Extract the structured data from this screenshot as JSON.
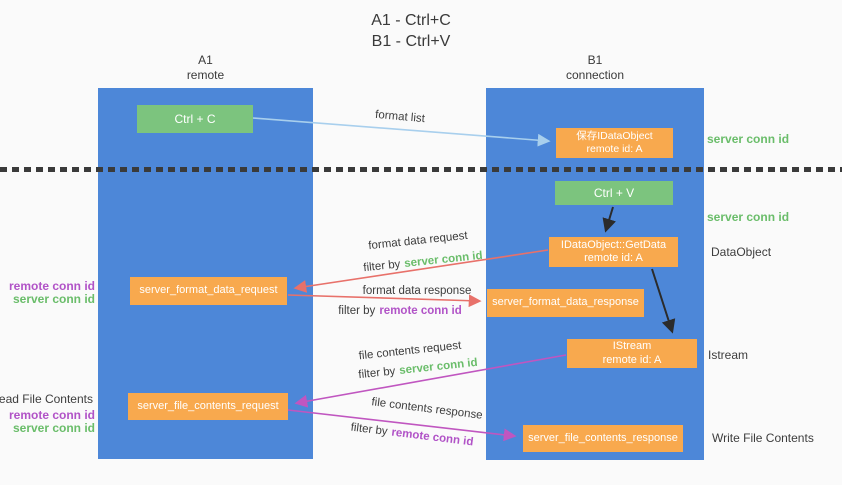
{
  "title": {
    "line1": "A1 - Ctrl+C",
    "line2": "B1 - Ctrl+V"
  },
  "lanes": {
    "a": {
      "id": "A1",
      "role": "remote"
    },
    "b": {
      "id": "B1",
      "role": "connection"
    }
  },
  "nodes": {
    "ctrl_c": {
      "label": "Ctrl + C"
    },
    "ctrl_v": {
      "label": "Ctrl + V"
    },
    "save_dataobject": {
      "line1": "保存IDataObject",
      "line2": "remote id: A"
    },
    "getdata": {
      "line1": "IDataObject::GetData",
      "line2": "remote id: A"
    },
    "istream_obj": {
      "line1": "IStream",
      "line2": "remote id: A"
    },
    "format_request": {
      "label": "server_format_data_request"
    },
    "format_response": {
      "label": "server_format_data_response"
    },
    "file_request": {
      "label": "server_file_contents_request"
    },
    "file_response": {
      "label": "server_file_contents_response"
    }
  },
  "flow_labels": {
    "format_list": "format list",
    "format_data_request": "format data request",
    "format_data_response": "format data response",
    "file_contents_request": "file contents request",
    "file_contents_response": "file contents response",
    "filter_by": "filter by",
    "server_conn_id": "server conn id",
    "remote_conn_id": "remote conn id"
  },
  "side_labels": {
    "server_conn_id_top": "server conn id",
    "server_conn_id_mid": "server conn id",
    "dataobject": "DataObject",
    "istream": "Istream",
    "write_file_contents": "Write File Contents",
    "read_file_contents": "Read File Contents",
    "remote_conn_id_left_top": "remote conn id",
    "server_conn_id_left_top": "server conn id",
    "remote_conn_id_left_bottom": "remote conn id",
    "server_conn_id_left_bottom": "server conn id"
  },
  "colors": {
    "lane_blue": "#4d87d8",
    "node_green": "#7cc47e",
    "node_orange": "#f8a94e",
    "arrow_salmon": "#e8716a",
    "arrow_magenta": "#c056c0",
    "arrow_lightblue": "#a8cfed",
    "arrow_black": "#2b2b2b",
    "text_green": "#6abd6a",
    "text_purple": "#b153c7",
    "dash_line": "#3a3a3a",
    "background": "#fafafa"
  }
}
